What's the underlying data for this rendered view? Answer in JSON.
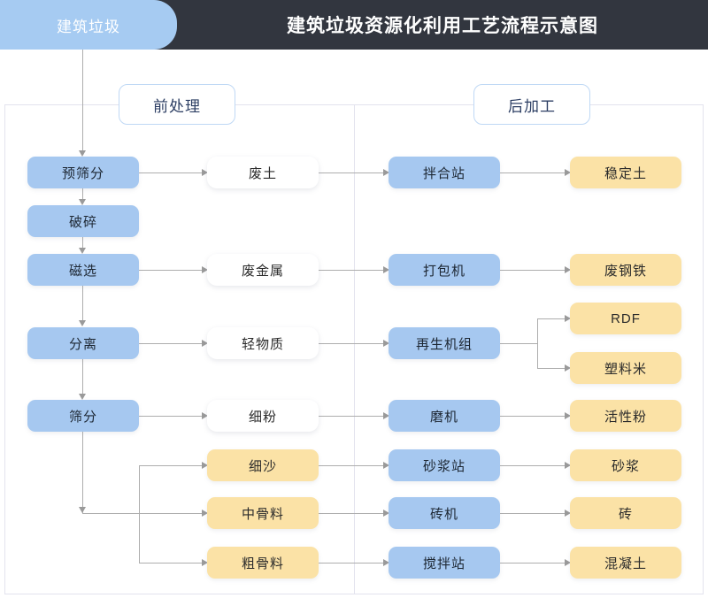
{
  "header": {
    "tab_label": "建筑垃圾",
    "title": "建筑垃圾资源化利用工艺流程示意图",
    "tab_color": "#a6cbf2",
    "bar_color": "#32363f"
  },
  "sections": [
    {
      "id": "pre",
      "label": "前处理"
    },
    {
      "id": "post",
      "label": "后加工"
    }
  ],
  "palette": {
    "process": "#a6c8f0",
    "intermediate": "#ffffff",
    "product": "#fbe2a6",
    "connector": "#adadad",
    "frame": "#e3e3ee"
  },
  "nodes": {
    "col1": [
      {
        "id": "pre-screen",
        "label": "预筛分",
        "kind": "process"
      },
      {
        "id": "crush",
        "label": "破碎",
        "kind": "process"
      },
      {
        "id": "magnetic",
        "label": "磁选",
        "kind": "process"
      },
      {
        "id": "separate",
        "label": "分离",
        "kind": "process"
      },
      {
        "id": "screen",
        "label": "筛分",
        "kind": "process"
      }
    ],
    "col2": [
      {
        "id": "waste-soil",
        "label": "废土",
        "kind": "intermediate"
      },
      {
        "id": "waste-metal",
        "label": "废金属",
        "kind": "intermediate"
      },
      {
        "id": "light-matter",
        "label": "轻物质",
        "kind": "intermediate"
      },
      {
        "id": "fine-powder",
        "label": "细粉",
        "kind": "intermediate"
      },
      {
        "id": "fine-sand",
        "label": "细沙",
        "kind": "product"
      },
      {
        "id": "mid-agg",
        "label": "中骨料",
        "kind": "product"
      },
      {
        "id": "coarse-agg",
        "label": "粗骨料",
        "kind": "product"
      }
    ],
    "col3": [
      {
        "id": "mixing-plant",
        "label": "拌合站",
        "kind": "process"
      },
      {
        "id": "baler",
        "label": "打包机",
        "kind": "process"
      },
      {
        "id": "regen-unit",
        "label": "再生机组",
        "kind": "process"
      },
      {
        "id": "grinder",
        "label": "磨机",
        "kind": "process"
      },
      {
        "id": "mortar-plant",
        "label": "砂浆站",
        "kind": "process"
      },
      {
        "id": "brick-machine",
        "label": "砖机",
        "kind": "process"
      },
      {
        "id": "batch-plant",
        "label": "搅拌站",
        "kind": "process"
      }
    ],
    "col4": [
      {
        "id": "stabilized-soil",
        "label": "稳定土",
        "kind": "product"
      },
      {
        "id": "scrap-steel",
        "label": "废钢铁",
        "kind": "product"
      },
      {
        "id": "rdf",
        "label": "RDF",
        "kind": "product"
      },
      {
        "id": "plastic-pellet",
        "label": "塑料米",
        "kind": "product"
      },
      {
        "id": "active-powder",
        "label": "活性粉",
        "kind": "product"
      },
      {
        "id": "mortar",
        "label": "砂浆",
        "kind": "product"
      },
      {
        "id": "brick",
        "label": "砖",
        "kind": "product"
      },
      {
        "id": "concrete",
        "label": "混凝土",
        "kind": "product"
      }
    ]
  }
}
